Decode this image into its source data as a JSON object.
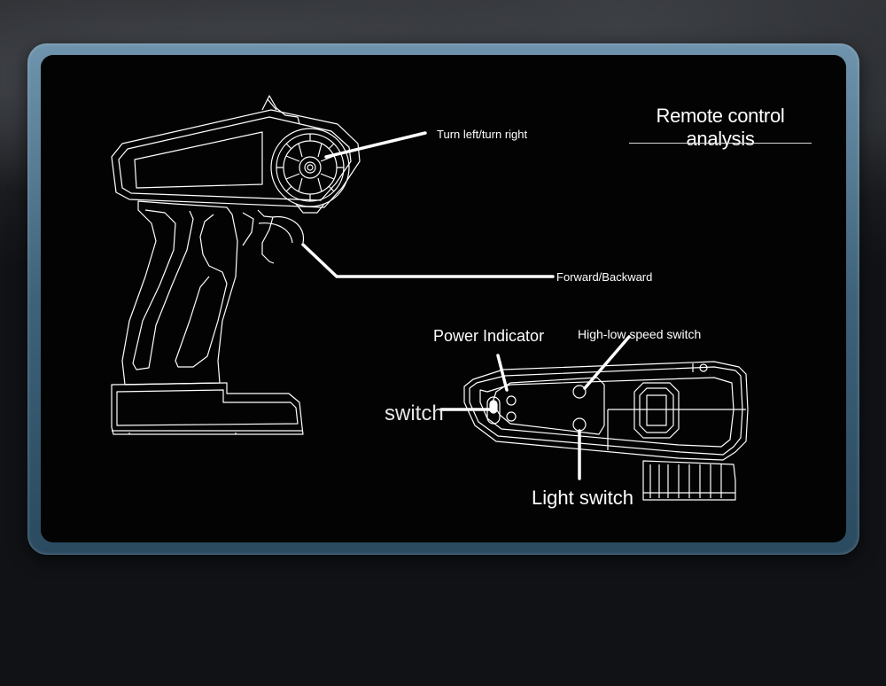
{
  "diagram": {
    "title": "Remote control analysis",
    "labels": {
      "turn": "Turn left/turn right",
      "forward_backward": "Forward/Backward",
      "power_indicator": "Power Indicator",
      "speed_switch": "High-low speed switch",
      "switch": "switch",
      "light_switch": "Light switch"
    }
  },
  "colors": {
    "frame": "#4f7690",
    "panel": "#030303",
    "line": "#ffffff"
  }
}
